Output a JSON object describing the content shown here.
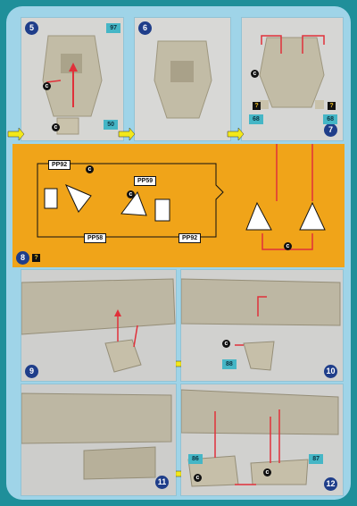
{
  "steps": {
    "s5": {
      "number": "5",
      "parts": [
        "97",
        "50"
      ]
    },
    "s6": {
      "number": "6"
    },
    "s7": {
      "number": "7",
      "parts": [
        "68",
        "68"
      ],
      "marks": [
        "?",
        "?"
      ]
    },
    "s8": {
      "number": "8",
      "mark": "?",
      "callouts": [
        "PP92",
        "PP59",
        "PP58",
        "PP92"
      ]
    },
    "s9": {
      "number": "9"
    },
    "s10": {
      "number": "10",
      "parts": [
        "88"
      ]
    },
    "s11": {
      "number": "11"
    },
    "s12": {
      "number": "12",
      "parts": [
        "86",
        "87"
      ]
    }
  },
  "glue_symbol": "c",
  "colors": {
    "page": "#1f8f9a",
    "panel": "#9fd4e8",
    "accent": "#f0a419",
    "badge": "#45b6c6",
    "step": "#1f3e8a",
    "arrow": "#f3e81a"
  }
}
